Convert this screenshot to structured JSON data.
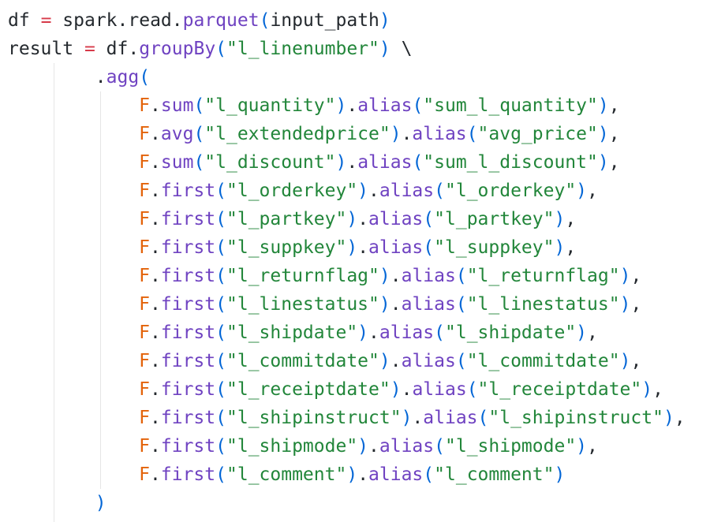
{
  "editor": {
    "lines": [
      {
        "tokens": [
          {
            "t": "df",
            "k": "ident"
          },
          {
            "t": " ",
            "k": "plain"
          },
          {
            "t": "=",
            "k": "op"
          },
          {
            "t": " ",
            "k": "plain"
          },
          {
            "t": "spark",
            "k": "ident"
          },
          {
            "t": ".",
            "k": "plain"
          },
          {
            "t": "read",
            "k": "ident"
          },
          {
            "t": ".",
            "k": "plain"
          },
          {
            "t": "parquet",
            "k": "func"
          },
          {
            "t": "(",
            "k": "punct"
          },
          {
            "t": "input_path",
            "k": "ident"
          },
          {
            "t": ")",
            "k": "punct"
          }
        ]
      },
      {
        "tokens": [
          {
            "t": "result",
            "k": "ident"
          },
          {
            "t": " ",
            "k": "plain"
          },
          {
            "t": "=",
            "k": "op"
          },
          {
            "t": " ",
            "k": "plain"
          },
          {
            "t": "df",
            "k": "ident"
          },
          {
            "t": ".",
            "k": "plain"
          },
          {
            "t": "groupBy",
            "k": "func"
          },
          {
            "t": "(",
            "k": "punct"
          },
          {
            "t": "\"l_linenumber\"",
            "k": "str"
          },
          {
            "t": ")",
            "k": "punct"
          },
          {
            "t": " \\",
            "k": "plain"
          }
        ]
      },
      {
        "tokens": [
          {
            "t": "        ",
            "k": "plain"
          },
          {
            "t": ".",
            "k": "plain"
          },
          {
            "t": "agg",
            "k": "func"
          },
          {
            "t": "(",
            "k": "punct"
          }
        ]
      },
      {
        "tokens": [
          {
            "t": "            ",
            "k": "plain"
          },
          {
            "t": "F",
            "k": "mod"
          },
          {
            "t": ".",
            "k": "plain"
          },
          {
            "t": "sum",
            "k": "func"
          },
          {
            "t": "(",
            "k": "punct"
          },
          {
            "t": "\"l_quantity\"",
            "k": "str"
          },
          {
            "t": ")",
            "k": "punct"
          },
          {
            "t": ".",
            "k": "plain"
          },
          {
            "t": "alias",
            "k": "func"
          },
          {
            "t": "(",
            "k": "punct"
          },
          {
            "t": "\"sum_l_quantity\"",
            "k": "str"
          },
          {
            "t": ")",
            "k": "punct"
          },
          {
            "t": ",",
            "k": "plain"
          }
        ]
      },
      {
        "tokens": [
          {
            "t": "            ",
            "k": "plain"
          },
          {
            "t": "F",
            "k": "mod"
          },
          {
            "t": ".",
            "k": "plain"
          },
          {
            "t": "avg",
            "k": "func"
          },
          {
            "t": "(",
            "k": "punct"
          },
          {
            "t": "\"l_extendedprice\"",
            "k": "str"
          },
          {
            "t": ")",
            "k": "punct"
          },
          {
            "t": ".",
            "k": "plain"
          },
          {
            "t": "alias",
            "k": "func"
          },
          {
            "t": "(",
            "k": "punct"
          },
          {
            "t": "\"avg_price\"",
            "k": "str"
          },
          {
            "t": ")",
            "k": "punct"
          },
          {
            "t": ",",
            "k": "plain"
          }
        ]
      },
      {
        "tokens": [
          {
            "t": "            ",
            "k": "plain"
          },
          {
            "t": "F",
            "k": "mod"
          },
          {
            "t": ".",
            "k": "plain"
          },
          {
            "t": "sum",
            "k": "func"
          },
          {
            "t": "(",
            "k": "punct"
          },
          {
            "t": "\"l_discount\"",
            "k": "str"
          },
          {
            "t": ")",
            "k": "punct"
          },
          {
            "t": ".",
            "k": "plain"
          },
          {
            "t": "alias",
            "k": "func"
          },
          {
            "t": "(",
            "k": "punct"
          },
          {
            "t": "\"sum_l_discount\"",
            "k": "str"
          },
          {
            "t": ")",
            "k": "punct"
          },
          {
            "t": ",",
            "k": "plain"
          }
        ]
      },
      {
        "tokens": [
          {
            "t": "            ",
            "k": "plain"
          },
          {
            "t": "F",
            "k": "mod"
          },
          {
            "t": ".",
            "k": "plain"
          },
          {
            "t": "first",
            "k": "func"
          },
          {
            "t": "(",
            "k": "punct"
          },
          {
            "t": "\"l_orderkey\"",
            "k": "str"
          },
          {
            "t": ")",
            "k": "punct"
          },
          {
            "t": ".",
            "k": "plain"
          },
          {
            "t": "alias",
            "k": "func"
          },
          {
            "t": "(",
            "k": "punct"
          },
          {
            "t": "\"l_orderkey\"",
            "k": "str"
          },
          {
            "t": ")",
            "k": "punct"
          },
          {
            "t": ",",
            "k": "plain"
          }
        ]
      },
      {
        "tokens": [
          {
            "t": "            ",
            "k": "plain"
          },
          {
            "t": "F",
            "k": "mod"
          },
          {
            "t": ".",
            "k": "plain"
          },
          {
            "t": "first",
            "k": "func"
          },
          {
            "t": "(",
            "k": "punct"
          },
          {
            "t": "\"l_partkey\"",
            "k": "str"
          },
          {
            "t": ")",
            "k": "punct"
          },
          {
            "t": ".",
            "k": "plain"
          },
          {
            "t": "alias",
            "k": "func"
          },
          {
            "t": "(",
            "k": "punct"
          },
          {
            "t": "\"l_partkey\"",
            "k": "str"
          },
          {
            "t": ")",
            "k": "punct"
          },
          {
            "t": ",",
            "k": "plain"
          }
        ]
      },
      {
        "tokens": [
          {
            "t": "            ",
            "k": "plain"
          },
          {
            "t": "F",
            "k": "mod"
          },
          {
            "t": ".",
            "k": "plain"
          },
          {
            "t": "first",
            "k": "func"
          },
          {
            "t": "(",
            "k": "punct"
          },
          {
            "t": "\"l_suppkey\"",
            "k": "str"
          },
          {
            "t": ")",
            "k": "punct"
          },
          {
            "t": ".",
            "k": "plain"
          },
          {
            "t": "alias",
            "k": "func"
          },
          {
            "t": "(",
            "k": "punct"
          },
          {
            "t": "\"l_suppkey\"",
            "k": "str"
          },
          {
            "t": ")",
            "k": "punct"
          },
          {
            "t": ",",
            "k": "plain"
          }
        ]
      },
      {
        "tokens": [
          {
            "t": "            ",
            "k": "plain"
          },
          {
            "t": "F",
            "k": "mod"
          },
          {
            "t": ".",
            "k": "plain"
          },
          {
            "t": "first",
            "k": "func"
          },
          {
            "t": "(",
            "k": "punct"
          },
          {
            "t": "\"l_returnflag\"",
            "k": "str"
          },
          {
            "t": ")",
            "k": "punct"
          },
          {
            "t": ".",
            "k": "plain"
          },
          {
            "t": "alias",
            "k": "func"
          },
          {
            "t": "(",
            "k": "punct"
          },
          {
            "t": "\"l_returnflag\"",
            "k": "str"
          },
          {
            "t": ")",
            "k": "punct"
          },
          {
            "t": ",",
            "k": "plain"
          }
        ]
      },
      {
        "tokens": [
          {
            "t": "            ",
            "k": "plain"
          },
          {
            "t": "F",
            "k": "mod"
          },
          {
            "t": ".",
            "k": "plain"
          },
          {
            "t": "first",
            "k": "func"
          },
          {
            "t": "(",
            "k": "punct"
          },
          {
            "t": "\"l_linestatus\"",
            "k": "str"
          },
          {
            "t": ")",
            "k": "punct"
          },
          {
            "t": ".",
            "k": "plain"
          },
          {
            "t": "alias",
            "k": "func"
          },
          {
            "t": "(",
            "k": "punct"
          },
          {
            "t": "\"l_linestatus\"",
            "k": "str"
          },
          {
            "t": ")",
            "k": "punct"
          },
          {
            "t": ",",
            "k": "plain"
          }
        ]
      },
      {
        "tokens": [
          {
            "t": "            ",
            "k": "plain"
          },
          {
            "t": "F",
            "k": "mod"
          },
          {
            "t": ".",
            "k": "plain"
          },
          {
            "t": "first",
            "k": "func"
          },
          {
            "t": "(",
            "k": "punct"
          },
          {
            "t": "\"l_shipdate\"",
            "k": "str"
          },
          {
            "t": ")",
            "k": "punct"
          },
          {
            "t": ".",
            "k": "plain"
          },
          {
            "t": "alias",
            "k": "func"
          },
          {
            "t": "(",
            "k": "punct"
          },
          {
            "t": "\"l_shipdate\"",
            "k": "str"
          },
          {
            "t": ")",
            "k": "punct"
          },
          {
            "t": ",",
            "k": "plain"
          }
        ]
      },
      {
        "tokens": [
          {
            "t": "            ",
            "k": "plain"
          },
          {
            "t": "F",
            "k": "mod"
          },
          {
            "t": ".",
            "k": "plain"
          },
          {
            "t": "first",
            "k": "func"
          },
          {
            "t": "(",
            "k": "punct"
          },
          {
            "t": "\"l_commitdate\"",
            "k": "str"
          },
          {
            "t": ")",
            "k": "punct"
          },
          {
            "t": ".",
            "k": "plain"
          },
          {
            "t": "alias",
            "k": "func"
          },
          {
            "t": "(",
            "k": "punct"
          },
          {
            "t": "\"l_commitdate\"",
            "k": "str"
          },
          {
            "t": ")",
            "k": "punct"
          },
          {
            "t": ",",
            "k": "plain"
          }
        ]
      },
      {
        "tokens": [
          {
            "t": "            ",
            "k": "plain"
          },
          {
            "t": "F",
            "k": "mod"
          },
          {
            "t": ".",
            "k": "plain"
          },
          {
            "t": "first",
            "k": "func"
          },
          {
            "t": "(",
            "k": "punct"
          },
          {
            "t": "\"l_receiptdate\"",
            "k": "str"
          },
          {
            "t": ")",
            "k": "punct"
          },
          {
            "t": ".",
            "k": "plain"
          },
          {
            "t": "alias",
            "k": "func"
          },
          {
            "t": "(",
            "k": "punct"
          },
          {
            "t": "\"l_receiptdate\"",
            "k": "str"
          },
          {
            "t": ")",
            "k": "punct"
          },
          {
            "t": ",",
            "k": "plain"
          }
        ]
      },
      {
        "tokens": [
          {
            "t": "            ",
            "k": "plain"
          },
          {
            "t": "F",
            "k": "mod"
          },
          {
            "t": ".",
            "k": "plain"
          },
          {
            "t": "first",
            "k": "func"
          },
          {
            "t": "(",
            "k": "punct"
          },
          {
            "t": "\"l_shipinstruct\"",
            "k": "str"
          },
          {
            "t": ")",
            "k": "punct"
          },
          {
            "t": ".",
            "k": "plain"
          },
          {
            "t": "alias",
            "k": "func"
          },
          {
            "t": "(",
            "k": "punct"
          },
          {
            "t": "\"l_shipinstruct\"",
            "k": "str"
          },
          {
            "t": ")",
            "k": "punct"
          },
          {
            "t": ",",
            "k": "plain"
          }
        ]
      },
      {
        "tokens": [
          {
            "t": "            ",
            "k": "plain"
          },
          {
            "t": "F",
            "k": "mod"
          },
          {
            "t": ".",
            "k": "plain"
          },
          {
            "t": "first",
            "k": "func"
          },
          {
            "t": "(",
            "k": "punct"
          },
          {
            "t": "\"l_shipmode\"",
            "k": "str"
          },
          {
            "t": ")",
            "k": "punct"
          },
          {
            "t": ".",
            "k": "plain"
          },
          {
            "t": "alias",
            "k": "func"
          },
          {
            "t": "(",
            "k": "punct"
          },
          {
            "t": "\"l_shipmode\"",
            "k": "str"
          },
          {
            "t": ")",
            "k": "punct"
          },
          {
            "t": ",",
            "k": "plain"
          }
        ]
      },
      {
        "tokens": [
          {
            "t": "            ",
            "k": "plain"
          },
          {
            "t": "F",
            "k": "mod"
          },
          {
            "t": ".",
            "k": "plain"
          },
          {
            "t": "first",
            "k": "func"
          },
          {
            "t": "(",
            "k": "punct"
          },
          {
            "t": "\"l_comment\"",
            "k": "str"
          },
          {
            "t": ")",
            "k": "punct"
          },
          {
            "t": ".",
            "k": "plain"
          },
          {
            "t": "alias",
            "k": "func"
          },
          {
            "t": "(",
            "k": "punct"
          },
          {
            "t": "\"l_comment\"",
            "k": "str"
          },
          {
            "t": ")",
            "k": "punct"
          }
        ]
      },
      {
        "tokens": [
          {
            "t": "        ",
            "k": "plain"
          },
          {
            "t": ")",
            "k": "punct"
          }
        ]
      }
    ]
  },
  "colors": {
    "background": "#ffffff",
    "identifier": "#24292e",
    "operator": "#d73a49",
    "function": "#6f42c1",
    "module": "#e36209",
    "string": "#22863a",
    "paren": "#0366d6",
    "indent_guide": "#e5e5e5"
  }
}
